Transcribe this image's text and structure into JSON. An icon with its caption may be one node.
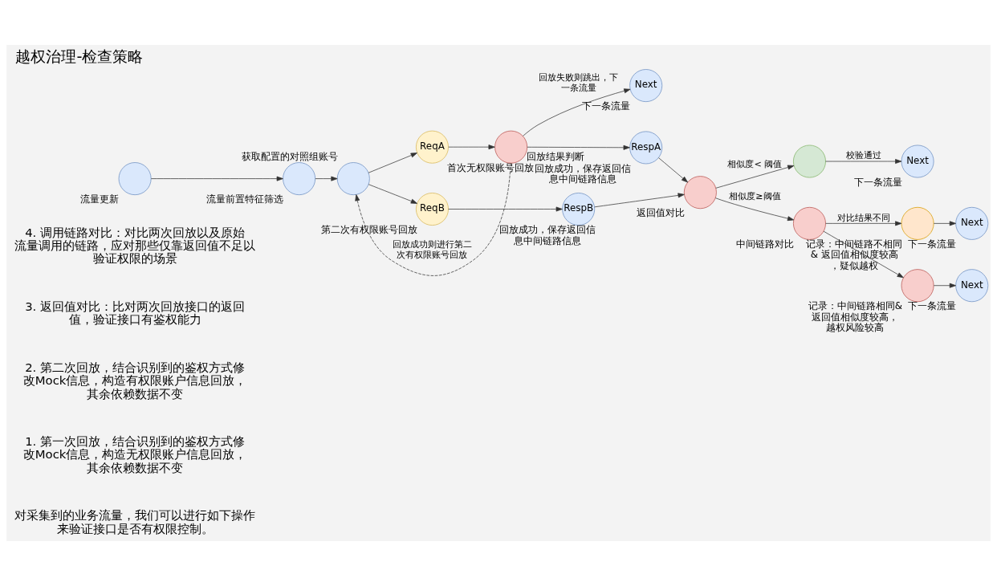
{
  "diagram": {
    "title": "越权治理-检查策略",
    "nodes": [
      {
        "text": [],
        "shape": "circle",
        "beside": [
          "流量更新"
        ]
      },
      {
        "text": [],
        "shape": "circle",
        "beside": [
          "流量前置特征筛选"
        ]
      },
      {
        "text": [],
        "shape": "circle",
        "beside": [
          "获取配置的对照组账号"
        ]
      },
      {
        "text": [
          "ReqA"
        ],
        "beside": [
          "首次无权限账号回放"
        ]
      },
      {
        "text": [],
        "shape": "circle",
        "beside": [
          "回放结果判断"
        ]
      },
      {
        "text": [
          "Next"
        ],
        "beside": [
          "下一条流量"
        ]
      },
      {
        "text": [
          "RespA"
        ],
        "beside": [
          "回放成功，保存返回信息中间链路信息"
        ]
      },
      {
        "text": [
          "ReqB"
        ],
        "beside": [
          "第二次有权限账号回放"
        ]
      },
      {
        "text": [
          "RespB"
        ],
        "beside": [
          "回放成功，保存返回信息中间链路信息"
        ]
      },
      {
        "text": [],
        "shape": "circle",
        "beside": [
          "返回值对比"
        ]
      },
      {
        "text": [],
        "shape": "circle"
      },
      {
        "text": [
          "Next"
        ],
        "beside": [
          "下一条流量"
        ]
      },
      {
        "text": [],
        "shape": "circle",
        "beside": [
          "中间链路对比"
        ]
      },
      {
        "text": [],
        "shape": "circle",
        "beside": [
          "记录：中间链路不相同& 返回值相似度较高，疑似越权"
        ]
      },
      {
        "text": [
          "Next"
        ],
        "beside": [
          "下一条流量"
        ]
      },
      {
        "text": [],
        "shape": "circle",
        "beside": [
          "记录：中间链路相同& 返回值相似度较高，越权风险较高"
        ]
      },
      {
        "text": [
          "Next"
        ],
        "beside": [
          "下一条流量"
        ]
      }
    ],
    "edges": [
      {
        "from": 0,
        "to": 1,
        "arrow": "to"
      },
      {
        "from": 1,
        "to": 2,
        "arrow": "to"
      },
      {
        "from": 2,
        "to": 3,
        "arrow": "to"
      },
      {
        "from": 3,
        "to": 4,
        "arrow": "to"
      },
      {
        "from": 4,
        "to": 2,
        "arrow": "to",
        "style": "dashed",
        "label": "回放成功则进行第二次有权限账号回放"
      },
      {
        "from": 4,
        "to": 5,
        "arrow": "to",
        "label": "回放失败则跳出，下一条流量"
      },
      {
        "from": 4,
        "to": 6,
        "arrow": "to"
      },
      {
        "from": 2,
        "to": 7,
        "arrow": "to"
      },
      {
        "from": 7,
        "to": 8,
        "arrow": "to"
      },
      {
        "from": 6,
        "to": 9,
        "arrow": "to"
      },
      {
        "from": 8,
        "to": 9,
        "arrow": "to"
      },
      {
        "from": 9,
        "to": 10,
        "arrow": "to",
        "label": "相似度< 阈值"
      },
      {
        "from": 10,
        "to": 11,
        "arrow": "to",
        "label": "校验通过"
      },
      {
        "from": 9,
        "to": 12,
        "arrow": "to",
        "label": "相似度≥阈值"
      },
      {
        "from": 12,
        "to": 13,
        "arrow": "to",
        "label": "对比结果不同"
      },
      {
        "from": 13,
        "to": 14,
        "arrow": "to"
      },
      {
        "from": 12,
        "to": 15,
        "arrow": "to"
      },
      {
        "from": 15,
        "to": 16,
        "arrow": "to"
      }
    ],
    "labels": [
      "对采集到的业务流量，我们可以进行如下操作来验证接口是否有权限控制。",
      "1. 第一次回放，结合识别到的鉴权方式修改Mock信息，构造无权限账户信息回放，其余依赖数据不变",
      "2. 第二次回放，结合识别到的鉴权方式修改Mock信息，构造有权限账户信息回放，其余依赖数据不变",
      "3. 返回值对比：比对两次回放接口的返回值，验证接口有鉴权能力",
      "4. 调用链路对比：对比两次回放以及原始流量调用的链路，应对那些仅靠返回值不足以验证权限的场景"
    ]
  }
}
